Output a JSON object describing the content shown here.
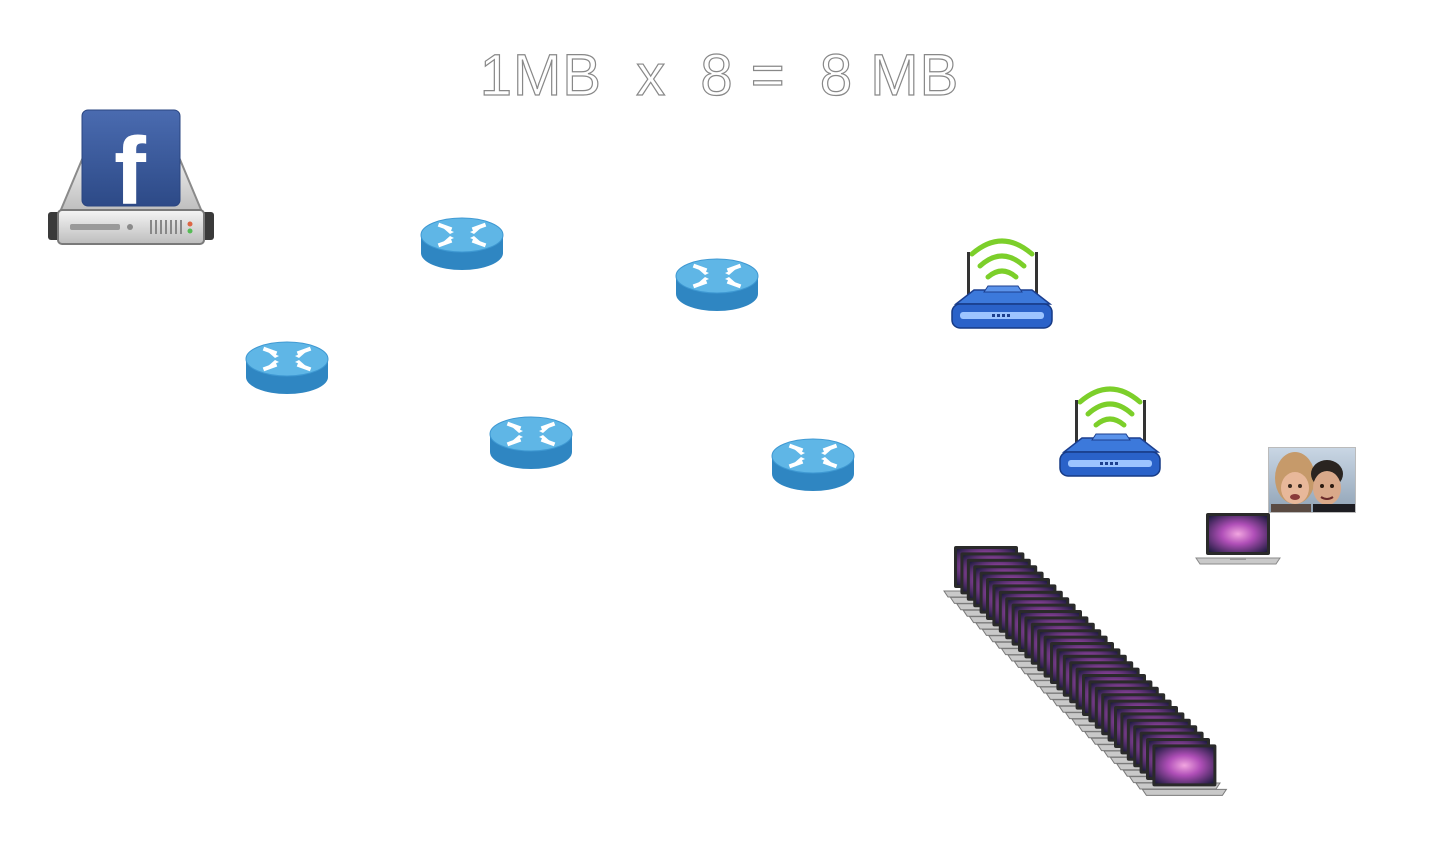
{
  "slide": {
    "equation": "1MB  x  8 =  8 MB"
  },
  "nodes": {
    "server": {
      "icon": "facebook-server-icon",
      "logo_letter": "f"
    },
    "routers": [
      {
        "icon": "router-icon"
      },
      {
        "icon": "router-icon"
      },
      {
        "icon": "router-icon"
      },
      {
        "icon": "router-icon"
      },
      {
        "icon": "router-icon"
      }
    ],
    "wifi_access_points": [
      {
        "icon": "wifi-router-icon"
      },
      {
        "icon": "wifi-router-icon"
      }
    ],
    "photo": {
      "icon": "couple-photo"
    },
    "laptop": {
      "icon": "laptop-icon"
    },
    "laptop_stack": {
      "icon": "laptop-stack-icon"
    }
  },
  "colors": {
    "router_top": "#5fb6e6",
    "router_side": "#2f86c2",
    "facebook_blue": "#3b5998",
    "wifi_green": "#7ccf2a",
    "ap_blue": "#2a62c9"
  }
}
